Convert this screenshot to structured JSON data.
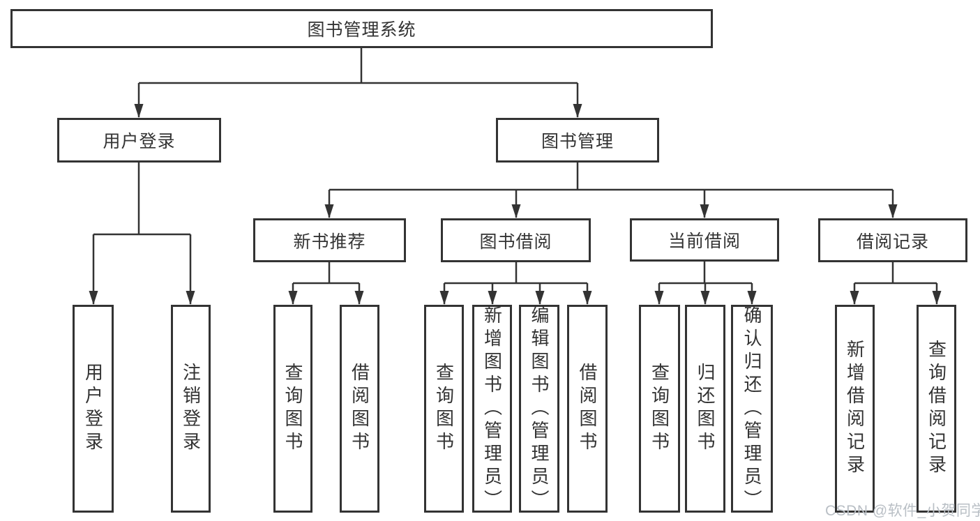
{
  "tree": {
    "label": "图书管理系统",
    "children": [
      {
        "label": "用户登录",
        "children": [
          {
            "label": "用户登录"
          },
          {
            "label": "注销登录"
          }
        ]
      },
      {
        "label": "图书管理",
        "children": [
          {
            "label": "新书推荐",
            "children": [
              {
                "label": "查询图书"
              },
              {
                "label": "借阅图书"
              }
            ]
          },
          {
            "label": "图书借阅",
            "children": [
              {
                "label": "查询图书"
              },
              {
                "label": "新增图书（管理员）"
              },
              {
                "label": "编辑图书（管理员）"
              },
              {
                "label": "借阅图书"
              }
            ]
          },
          {
            "label": "当前借阅",
            "children": [
              {
                "label": "查询图书"
              },
              {
                "label": "归还图书"
              },
              {
                "label": "确认归还（管理员）"
              }
            ]
          },
          {
            "label": "借阅记录",
            "children": [
              {
                "label": "新增借阅记录"
              },
              {
                "label": "查询借阅记录"
              }
            ]
          }
        ]
      }
    ]
  },
  "watermark": {
    "text": "CSDN @软件_小贺同学"
  },
  "colors": {
    "line": "#333333",
    "text": "#333333",
    "box_background": "#ffffff",
    "watermark": "#b9bfc5",
    "background": "#ffffff"
  }
}
